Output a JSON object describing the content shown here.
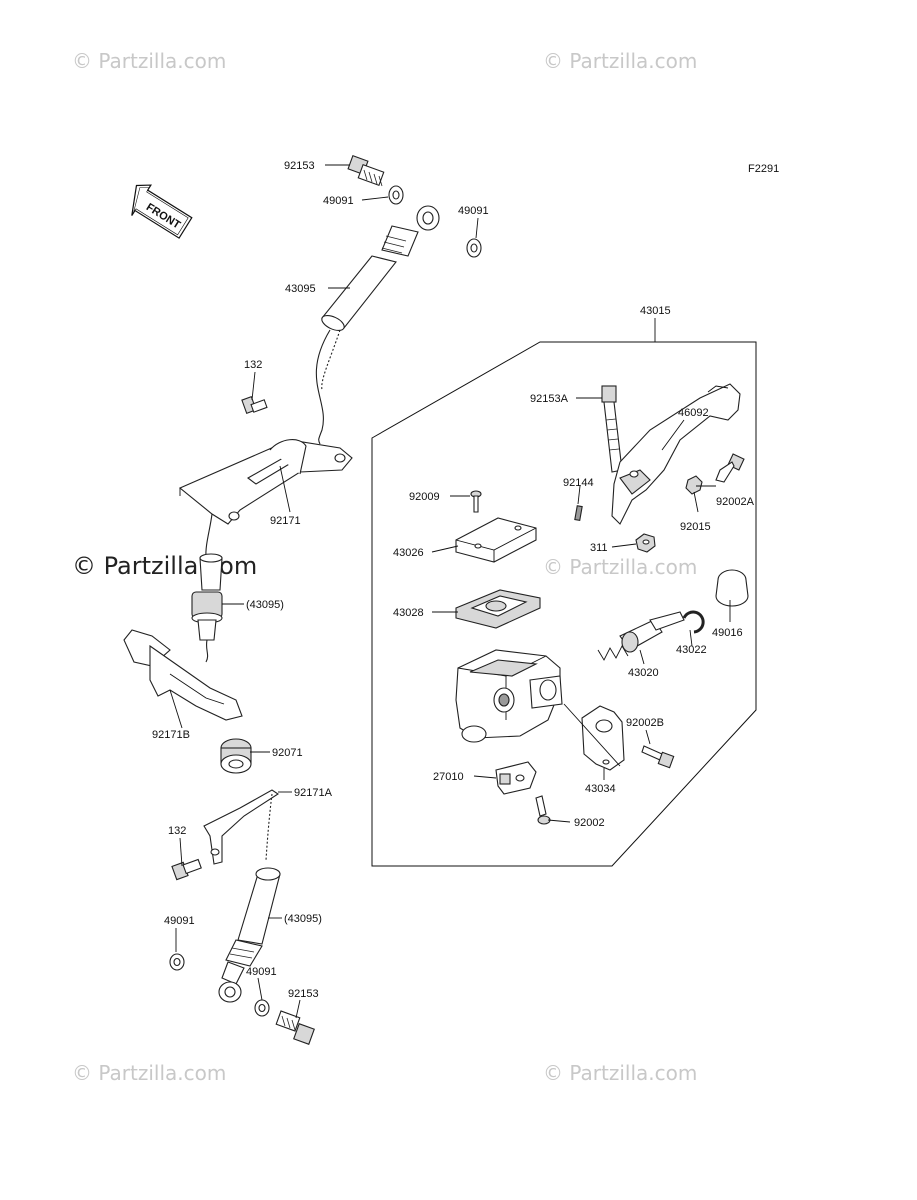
{
  "diagram": {
    "figure_code": "F2291",
    "front_label": "FRONT",
    "watermarks": [
      "© Partzilla.com",
      "© Partzilla.com",
      "© Partzilla.com",
      "© Partzilla.com",
      "© Partzilla.com"
    ],
    "brand_mark": "© Partzilla.com",
    "assembly_label": "43015",
    "parts": [
      "92153",
      "49091",
      "49091",
      "43095",
      "132",
      "92171",
      "(43095)",
      "92171B",
      "92071",
      "92171A",
      "132",
      "49091",
      "(43095)",
      "49091",
      "92153",
      "92153A",
      "46092",
      "92009",
      "92144",
      "92002A",
      "43026",
      "92015",
      "311",
      "43028",
      "43020",
      "43022",
      "49016",
      "92002B",
      "27010",
      "43034",
      "92002"
    ]
  }
}
